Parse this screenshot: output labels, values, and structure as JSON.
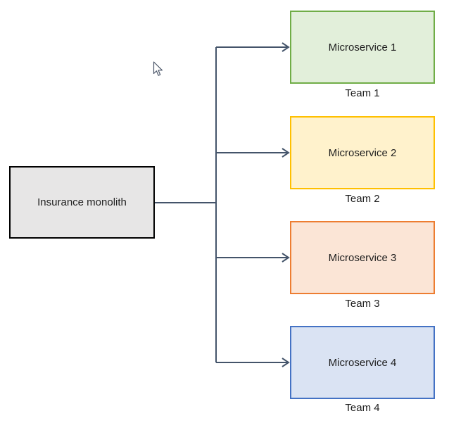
{
  "diagram": {
    "monolith": {
      "label": "Insurance monolith",
      "fill": "#e7e6e6",
      "border": "#000000"
    },
    "microservices": [
      {
        "label": "Microservice 1",
        "team": "Team 1",
        "fill": "#e2efda",
        "border": "#70ad47"
      },
      {
        "label": "Microservice 2",
        "team": "Team 2",
        "fill": "#fff2cc",
        "border": "#ffc000"
      },
      {
        "label": "Microservice 3",
        "team": "Team 3",
        "fill": "#fbe5d6",
        "border": "#ed7d31"
      },
      {
        "label": "Microservice 4",
        "team": "Team 4",
        "fill": "#dae3f3",
        "border": "#4472c4"
      }
    ],
    "connector_color": "#44546a",
    "icons": {
      "cursor": "mouse-arrow-pointer"
    }
  }
}
